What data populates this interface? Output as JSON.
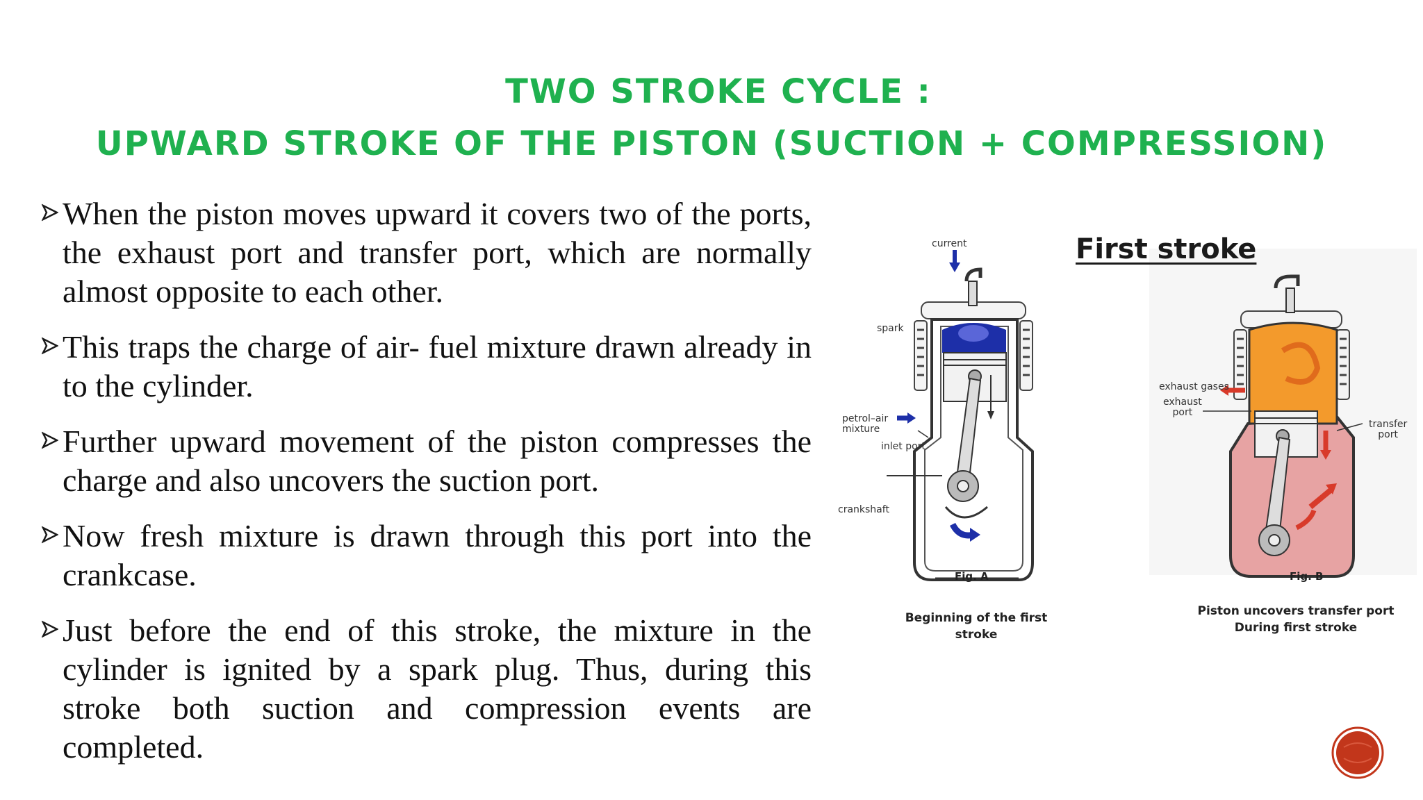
{
  "slide": {
    "title_line1": "TWO STROKE CYCLE :",
    "title_line2": "UPWARD STROKE OF THE PISTON (SUCTION + COMPRESSION)",
    "bullets": [
      "When the piston moves upward it covers two of the ports, the exhaust port and transfer port, which are normally almost opposite to each other.",
      "This traps the charge of air- fuel mixture drawn already in to the cylinder.",
      "Further upward movement of the piston compresses the charge and also uncovers the suction port.",
      "Now fresh mixture is drawn through this port into the crankcase.",
      "Just before the end of this stroke, the mixture in the cylinder is ignited by a spark plug. Thus, during this stroke both suction and compression events are completed."
    ]
  },
  "figure": {
    "title": "First stroke",
    "fig_a": {
      "labels": {
        "current": "current",
        "spark": "spark",
        "petrol_air_mixture": "petrol–air\nmixture",
        "inlet_port": "inlet port",
        "crankshaft": "crankshaft"
      },
      "fig_label": "Fig. A",
      "caption": "Beginning of the first stroke"
    },
    "fig_b": {
      "labels": {
        "exhaust_gases": "exhaust gases",
        "exhaust_port": "exhaust\nport",
        "transfer_port": "transfer\nport"
      },
      "fig_label": "Fig. B",
      "caption_line1": "Piston uncovers transfer port",
      "caption_line2": "During first stroke"
    }
  },
  "colors": {
    "title": "#1fb14f",
    "bullet_arrow": "#1a1a1a",
    "badge": "#c2361b",
    "mixture_blue": "#1d2fa8",
    "exhaust_orange": "#f39a2c",
    "crankcase_pink": "#e7a3a3"
  }
}
